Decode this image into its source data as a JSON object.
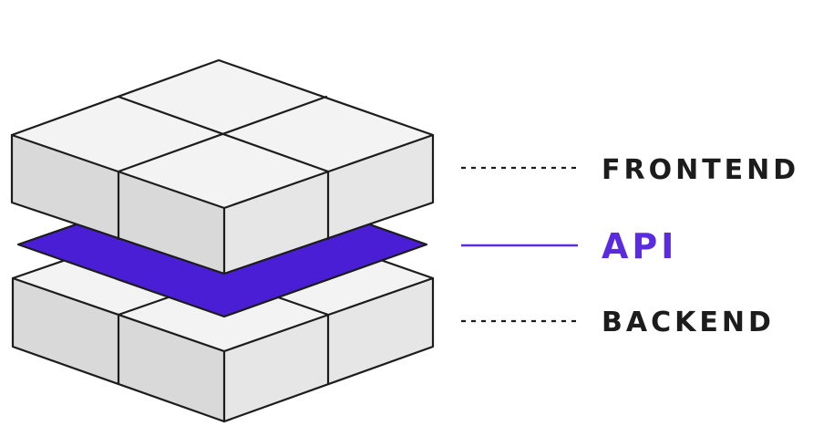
{
  "labels": {
    "frontend": "FRONTEND",
    "api": "API",
    "backend": "BACKEND"
  },
  "colors": {
    "api_accent": "#5b2be0",
    "api_slab": "#4a1ed4",
    "ink": "#1c1c1c",
    "box_top": "#f3f3f3",
    "box_left": "#d9d9d9",
    "box_right": "#e6e6e6"
  }
}
